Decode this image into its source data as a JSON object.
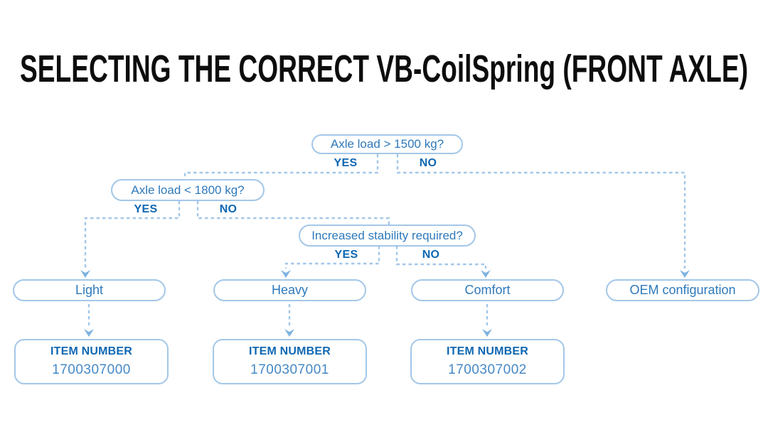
{
  "title": "SELECTING THE CORRECT VB-CoilSpring (FRONT AXLE)",
  "flow": {
    "q1": {
      "label": "Axle load > 1500 kg?",
      "yes": "YES",
      "no": "NO"
    },
    "q2": {
      "label": "Axle load < 1800 kg?",
      "yes": "YES",
      "no": "NO"
    },
    "q3": {
      "label": "Increased stability required?",
      "yes": "YES",
      "no": "NO"
    },
    "outcomes": {
      "light": "Light",
      "heavy": "Heavy",
      "comfort": "Comfort",
      "oem": "OEM configuration"
    },
    "items": [
      {
        "label": "ITEM NUMBER",
        "number": "1700307000"
      },
      {
        "label": "ITEM NUMBER",
        "number": "1700307001"
      },
      {
        "label": "ITEM NUMBER",
        "number": "1700307002"
      }
    ]
  },
  "colors": {
    "box_border": "#a3c7e8",
    "connector": "#a3c7e8",
    "arrow": "#7eb3e0",
    "question_text": "#2e79ba",
    "emphasis_text": "#0e67b2",
    "item_number_text": "#4588c5",
    "title_text": "#0d0d0d"
  }
}
